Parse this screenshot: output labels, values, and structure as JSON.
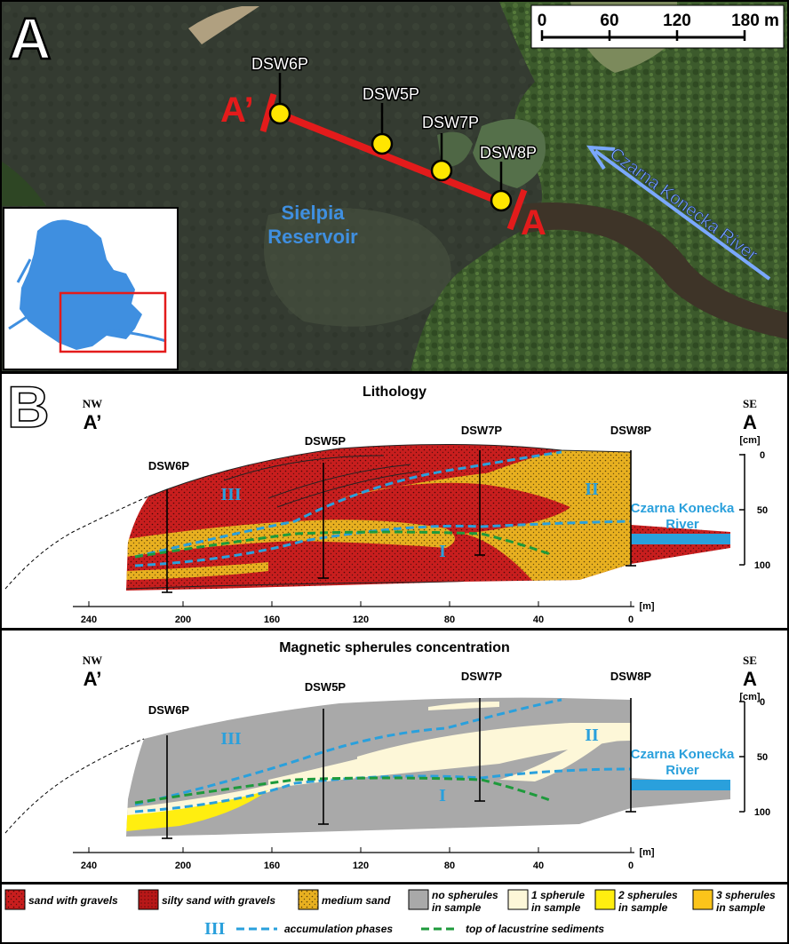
{
  "panel_a": {
    "letter": "A",
    "scale_ticks": [
      "0",
      "60",
      "120",
      "180 m"
    ],
    "reservoir_label_1": "Sielpia",
    "reservoir_label_2": "Reservoir",
    "river_label": "Czarna Konecka River",
    "section_start_label": "A’",
    "section_end_label": "A",
    "wells": [
      {
        "name": "DSW6P"
      },
      {
        "name": "DSW5P"
      },
      {
        "name": "DSW7P"
      },
      {
        "name": "DSW8P"
      }
    ],
    "colors": {
      "section_line": "#e31b1b",
      "well_marker": "#ffe600",
      "water": "#3f8fe0"
    }
  },
  "panel_b": {
    "letter": "B",
    "left_direction": "NW",
    "left_label": "A’",
    "right_direction": "SE",
    "right_label": "A",
    "depth_unit": "[cm]",
    "depth_ticks": [
      "0",
      "50",
      "100"
    ],
    "distance_unit": "[m]",
    "distance_ticks": [
      "240",
      "200",
      "160",
      "120",
      "80",
      "40",
      "0"
    ],
    "river_line_1": "Czarna Konecka",
    "river_line_2": "River",
    "phases": [
      "III",
      "II",
      "I"
    ],
    "wells": [
      {
        "name": "DSW6P"
      },
      {
        "name": "DSW5P"
      },
      {
        "name": "DSW7P"
      },
      {
        "name": "DSW8P"
      }
    ],
    "lithology_title": "Lithology",
    "spherules_title": "Magnetic spherules concentration"
  },
  "legend": {
    "sand_with_gravels": "sand with gravels",
    "silty_sand_with_gravels": "silty sand with gravels",
    "medium_sand": "medium sand",
    "no_spherules_1": "no spherules",
    "no_spherules_2": "in sample",
    "one_spherule_1": "1 spherule",
    "one_spherule_2": "in sample",
    "two_spherules_1": "2 spherules",
    "two_spherules_2": "in sample",
    "three_spherules_1": "3 spherules",
    "three_spherules_2": "in sample",
    "phase_symbol": "III",
    "accumulation_phases": "accumulation phases",
    "top_lacustrine": "top of lacustrine sediments",
    "colors": {
      "sand_with_gravels": "#c81e1e",
      "silty_sand_with_gravels": "#b81818",
      "medium_sand": "#e8b020",
      "no_spherules": "#a9a9a9",
      "one_spherule": "#fdf7d8",
      "two_spherules": "#ffee10",
      "three_spherules": "#fcc41a",
      "accumulation": "#2aa0dc",
      "lacustrine": "#1e9a3c"
    }
  }
}
